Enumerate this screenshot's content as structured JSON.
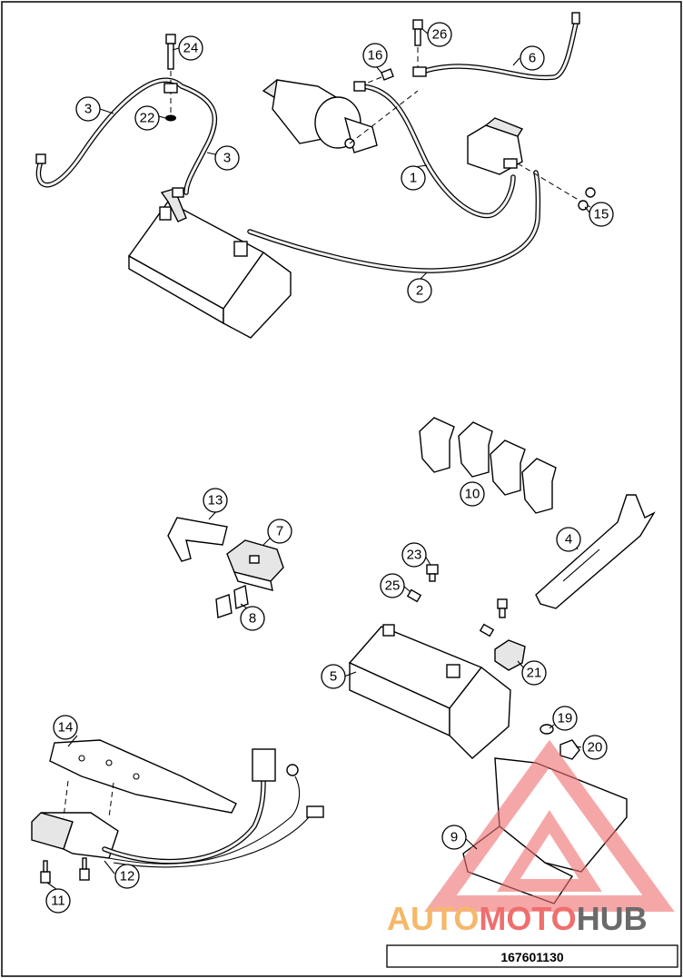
{
  "diagram_code": "167601130",
  "watermark": {
    "text_part1": "AUTO",
    "text_part2": "MOTO",
    "text_part3": "HUB",
    "color_part1": "#f5b86a",
    "color_part2": "#ef6e6e",
    "color_part3": "#6a6a6a",
    "triangle_color": "#ef6e6e"
  },
  "callouts": [
    {
      "id": "24",
      "label": "24"
    },
    {
      "id": "26",
      "label": "26"
    },
    {
      "id": "16",
      "label": "16"
    },
    {
      "id": "6",
      "label": "6"
    },
    {
      "id": "3a",
      "label": "3"
    },
    {
      "id": "22",
      "label": "22"
    },
    {
      "id": "3b",
      "label": "3"
    },
    {
      "id": "1",
      "label": "1"
    },
    {
      "id": "15",
      "label": "15"
    },
    {
      "id": "2",
      "label": "2"
    },
    {
      "id": "10",
      "label": "10"
    },
    {
      "id": "13",
      "label": "13"
    },
    {
      "id": "7",
      "label": "7"
    },
    {
      "id": "4",
      "label": "4"
    },
    {
      "id": "23",
      "label": "23"
    },
    {
      "id": "25",
      "label": "25"
    },
    {
      "id": "8",
      "label": "8"
    },
    {
      "id": "5",
      "label": "5"
    },
    {
      "id": "21",
      "label": "21"
    },
    {
      "id": "19",
      "label": "19"
    },
    {
      "id": "14",
      "label": "14"
    },
    {
      "id": "20",
      "label": "20"
    },
    {
      "id": "9",
      "label": "9"
    },
    {
      "id": "12",
      "label": "12"
    },
    {
      "id": "11",
      "label": "11"
    }
  ]
}
